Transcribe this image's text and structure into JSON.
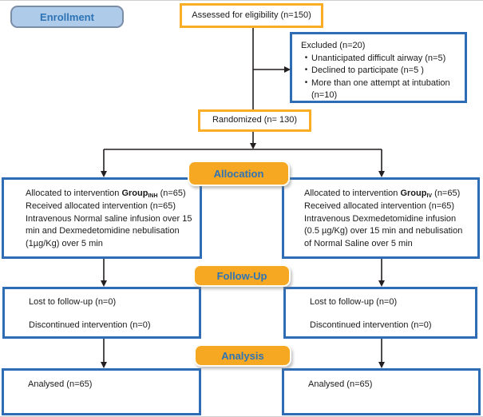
{
  "colors": {
    "accent_orange": "#F7A823",
    "orange_border": "#FBAD26",
    "blue_border": "#2E6CB5",
    "badge_text_blue": "#2E74B5",
    "enrollment_fill": "#AECBEA",
    "line_black": "#231F20"
  },
  "stage_labels": {
    "enrollment": "Enrollment",
    "allocation": "Allocation",
    "followup": "Follow-Up",
    "analysis": "Analysis"
  },
  "boxes": {
    "assessed": {
      "text": "Assessed for eligibility (n=150)"
    },
    "excluded": {
      "title": "Excluded (n=20)",
      "bullet_char": "•",
      "bullets": [
        "Unanticipated difficult airway (n=5)",
        "Declined to participate (n=5 )",
        "More than one attempt at intubation\n(n=10)"
      ]
    },
    "randomized": {
      "text": "Randomized (n= 130)"
    },
    "alloc_left": {
      "line1_prefix": "Allocated to intervention ",
      "group_word": "Group",
      "group_sub": "INH",
      "line1_suffix": " (n=65)",
      "rest": "Received allocated intervention (n=65)\nIntravenous Normal saline infusion over 15\nmin and Dexmedetomidine nebulisation\n(1µg/Kg) over 5 min"
    },
    "alloc_right": {
      "line1_prefix": "Allocated to intervention ",
      "group_word": "Group",
      "group_sub": "IV",
      "line1_suffix": " (n=65)",
      "rest": "Received allocated intervention (n=65)\nIntravenous Dexmedetomidine infusion\n(0.5 µg/Kg) over 15 min and nebulisation\nof Normal Saline over 5 min"
    },
    "follow_left": {
      "line1": "Lost to follow-up (n=0)",
      "line2": "Discontinued intervention (n=0)"
    },
    "follow_right": {
      "line1": "Lost to follow-up (n=0)",
      "line2": "Discontinued intervention (n=0)"
    },
    "analysis_left": {
      "text": "Analysed (n=65)"
    },
    "analysis_right": {
      "text": "Analysed (n=65)"
    }
  }
}
